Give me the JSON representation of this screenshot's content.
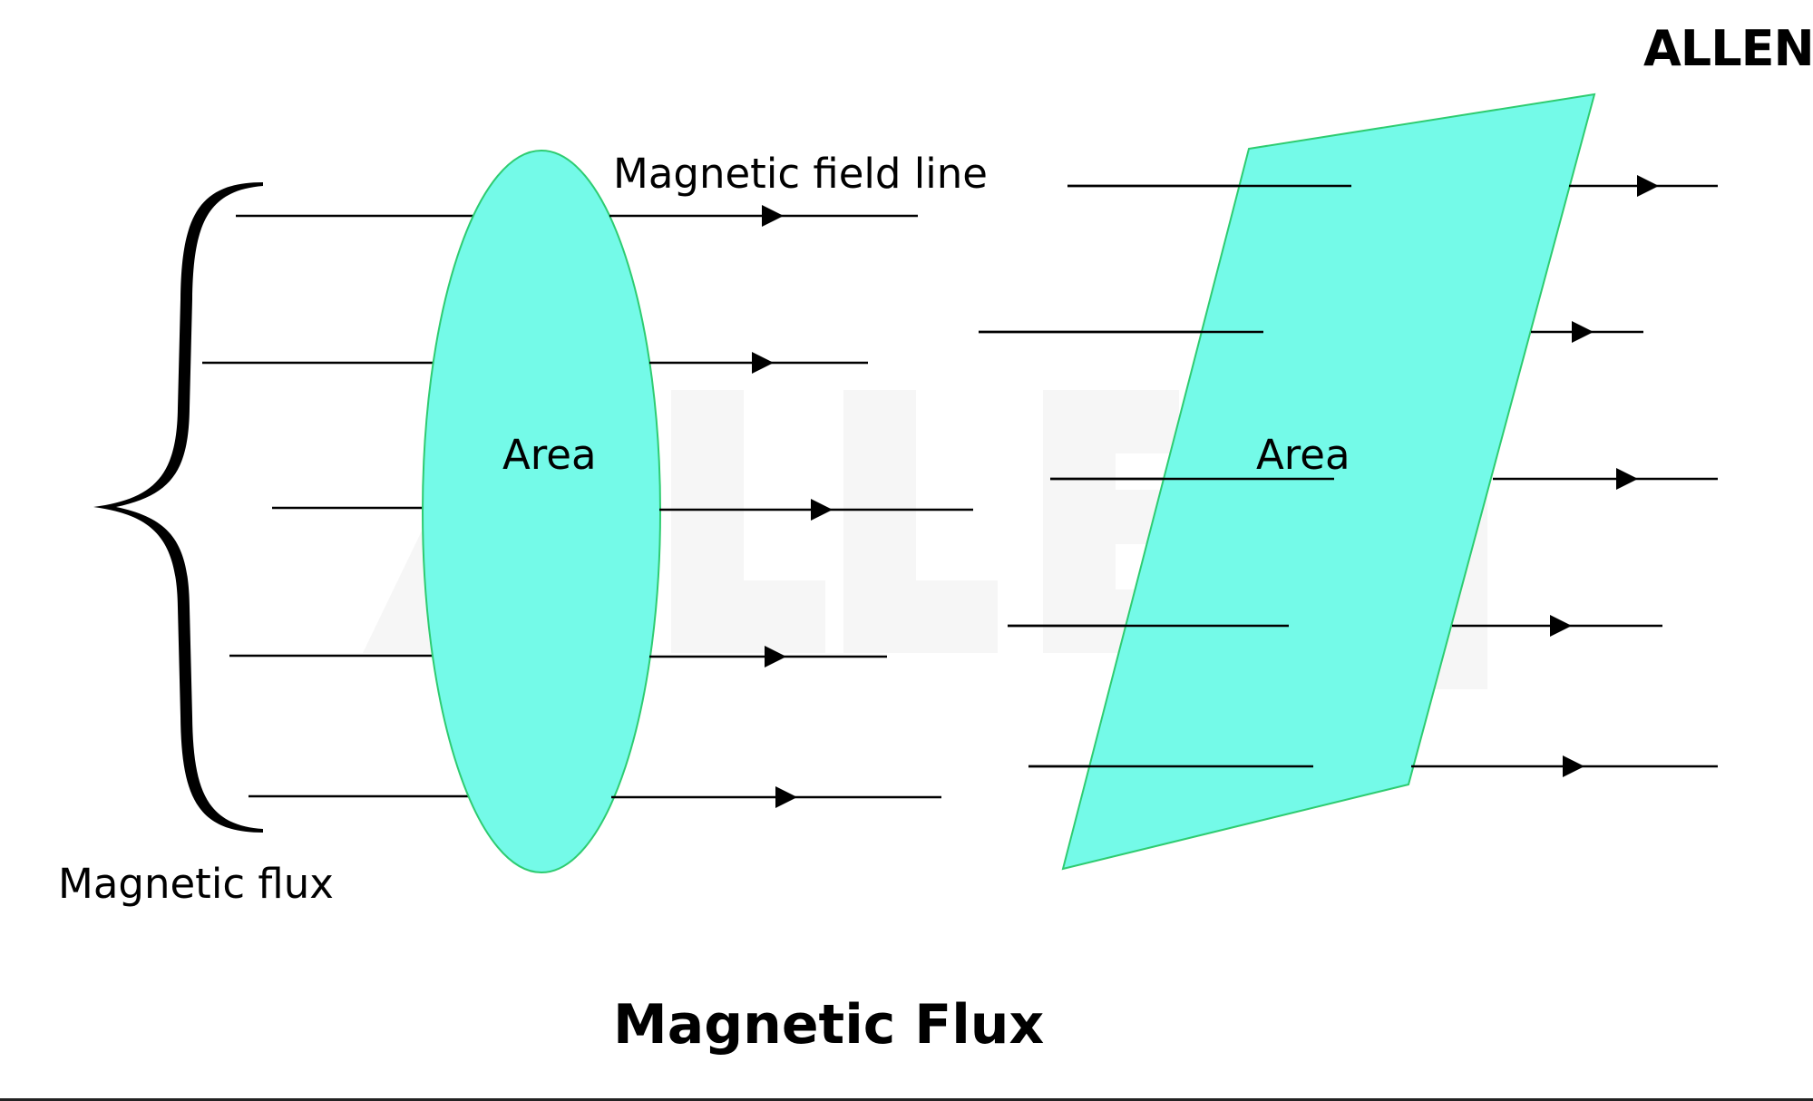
{
  "logo": {
    "text": "ALLEN"
  },
  "diagram": {
    "field_line_label": "Magnetic field line",
    "area_label_left": "Area",
    "area_label_right": "Area",
    "flux_label": "Magnetic flux",
    "title": "Magnetic Flux"
  },
  "colors": {
    "surface_fill": "#74fae8",
    "surface_edge": "#2ecc71",
    "line": "#000000",
    "watermark": "#f6f6f6"
  }
}
